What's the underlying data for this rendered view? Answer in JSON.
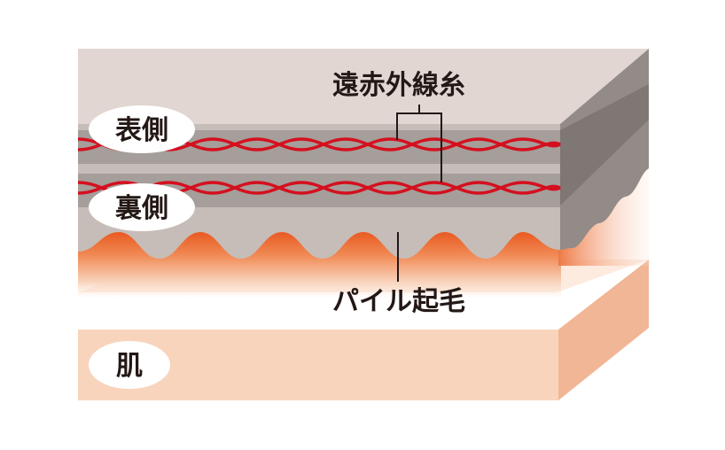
{
  "labels": {
    "outer_side": "表側",
    "inner_side": "裏側",
    "far_infrared_yarn": "遠赤外線糸",
    "pile_napping": "パイル起毛",
    "skin": "肌"
  },
  "colors": {
    "fabric_top": "#e1d6d1",
    "fabric_front": "#c6bdb8",
    "fabric_stripe": "#a59e9a",
    "fabric_right": "#938b87",
    "yarn": "#d4101f",
    "warm_glow": "#ec6b32",
    "skin_front": "#f8d4bd",
    "skin_top": "#fdebdf",
    "skin_right": "#f1b695",
    "leader_line": "#231815",
    "label_bubble": "#ffffff"
  }
}
